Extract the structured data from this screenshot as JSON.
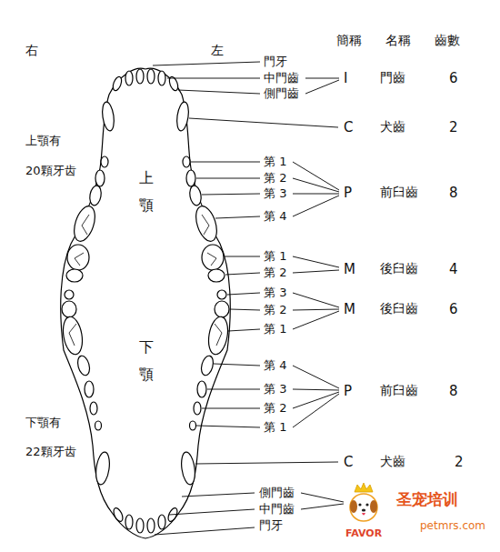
{
  "diagram": {
    "labels": [
      "右",
      "左",
      "簡稱",
      "名稱",
      "齒數",
      "門牙",
      "中門齒",
      "側門齒",
      "I",
      "門齒",
      "6",
      "C",
      "犬齒",
      "2",
      "上顎有",
      "20顆牙齿",
      "上",
      "第 1",
      "第 2",
      "第 3",
      "第 4",
      "P",
      "前臼齒",
      "8",
      "顎",
      "第 1",
      "第 2",
      "M",
      "後臼齒",
      "4",
      "第 3",
      "第 2",
      "第 1",
      "M",
      "後臼齒",
      "6",
      "下",
      "顎",
      "第 4",
      "第 3",
      "第 2",
      "第 1",
      "P",
      "前臼齒",
      "8",
      "下顎有",
      "22顆牙齿",
      "C",
      "犬齒",
      "2",
      "側門齒",
      "中門齒",
      "門牙",
      "圣宠培训",
      "FAVOR",
      "petmrs.com"
    ]
  }
}
